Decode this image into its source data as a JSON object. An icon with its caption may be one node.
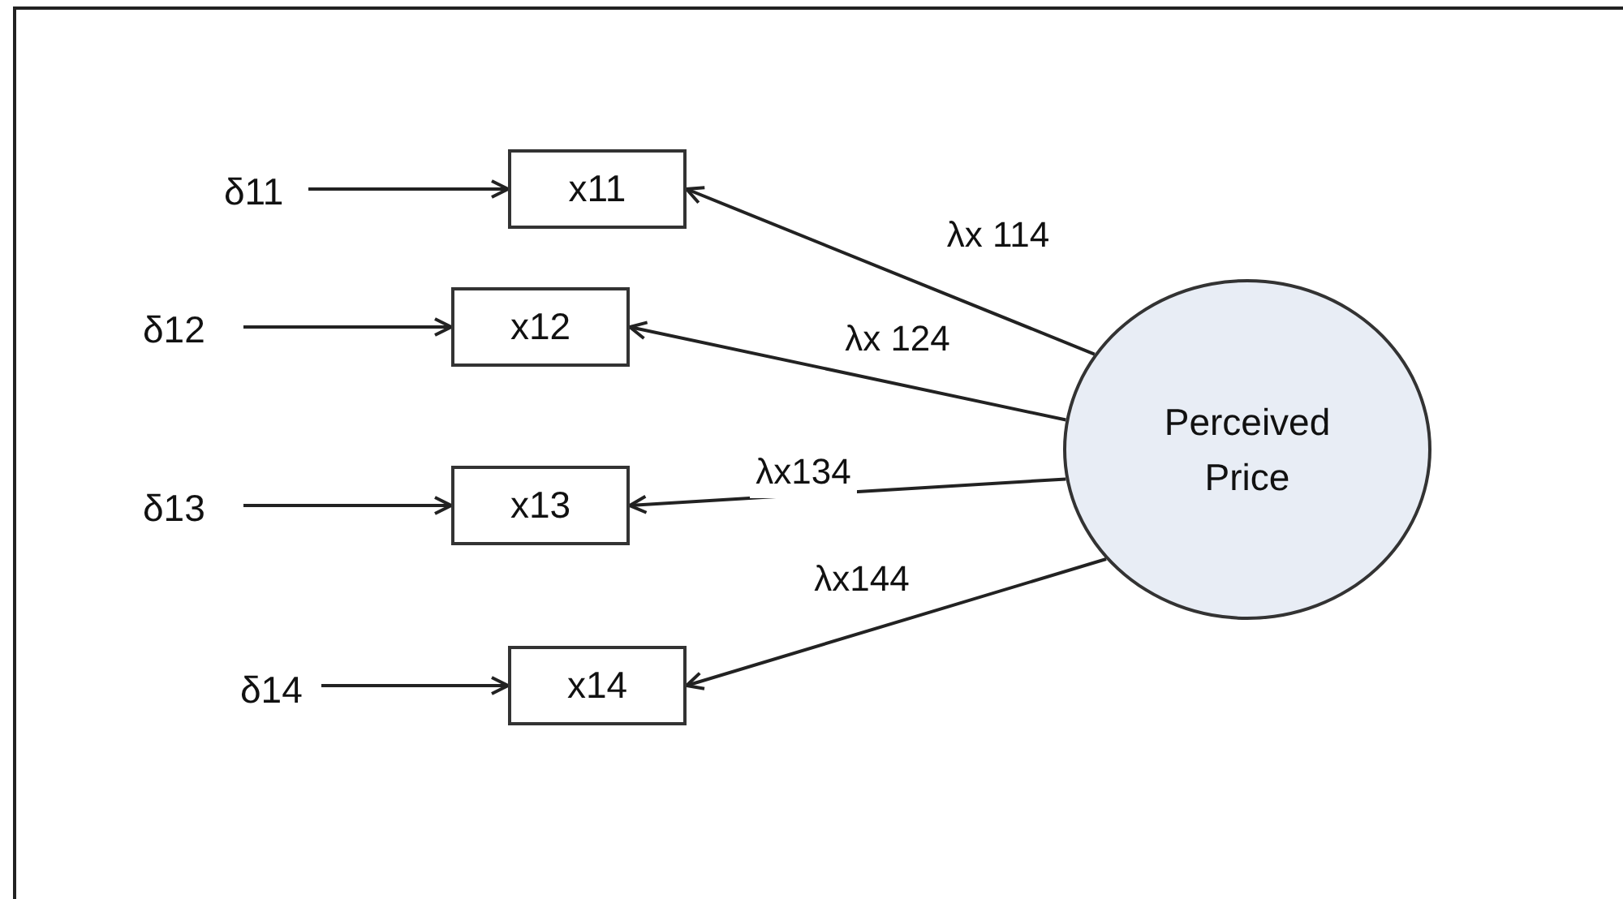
{
  "diagram": {
    "nodes": [
      {
        "text": [
          "δ11"
        ]
      },
      {
        "text": [
          "x11"
        ]
      },
      {
        "text": [
          "δ12"
        ]
      },
      {
        "text": [
          "x12"
        ]
      },
      {
        "text": [
          "δ13"
        ]
      },
      {
        "text": [
          "x13"
        ]
      },
      {
        "text": [
          "δ14"
        ]
      },
      {
        "text": [
          "x14"
        ]
      },
      {
        "text": [
          "Perceived Price"
        ]
      }
    ],
    "edges": [
      {
        "from": 0,
        "to": 1,
        "arrow": "to"
      },
      {
        "from": 2,
        "to": 3,
        "arrow": "to"
      },
      {
        "from": 4,
        "to": 5,
        "arrow": "to"
      },
      {
        "from": 6,
        "to": 7,
        "arrow": "to"
      },
      {
        "from": 8,
        "to": 1,
        "arrow": "to",
        "label": "λx 114"
      },
      {
        "from": 8,
        "to": 3,
        "arrow": "to",
        "label": "λx 124"
      },
      {
        "from": 8,
        "to": 5,
        "arrow": "to",
        "label": "λx134"
      },
      {
        "from": 8,
        "to": 7,
        "arrow": "to",
        "label": "λx144"
      }
    ]
  }
}
